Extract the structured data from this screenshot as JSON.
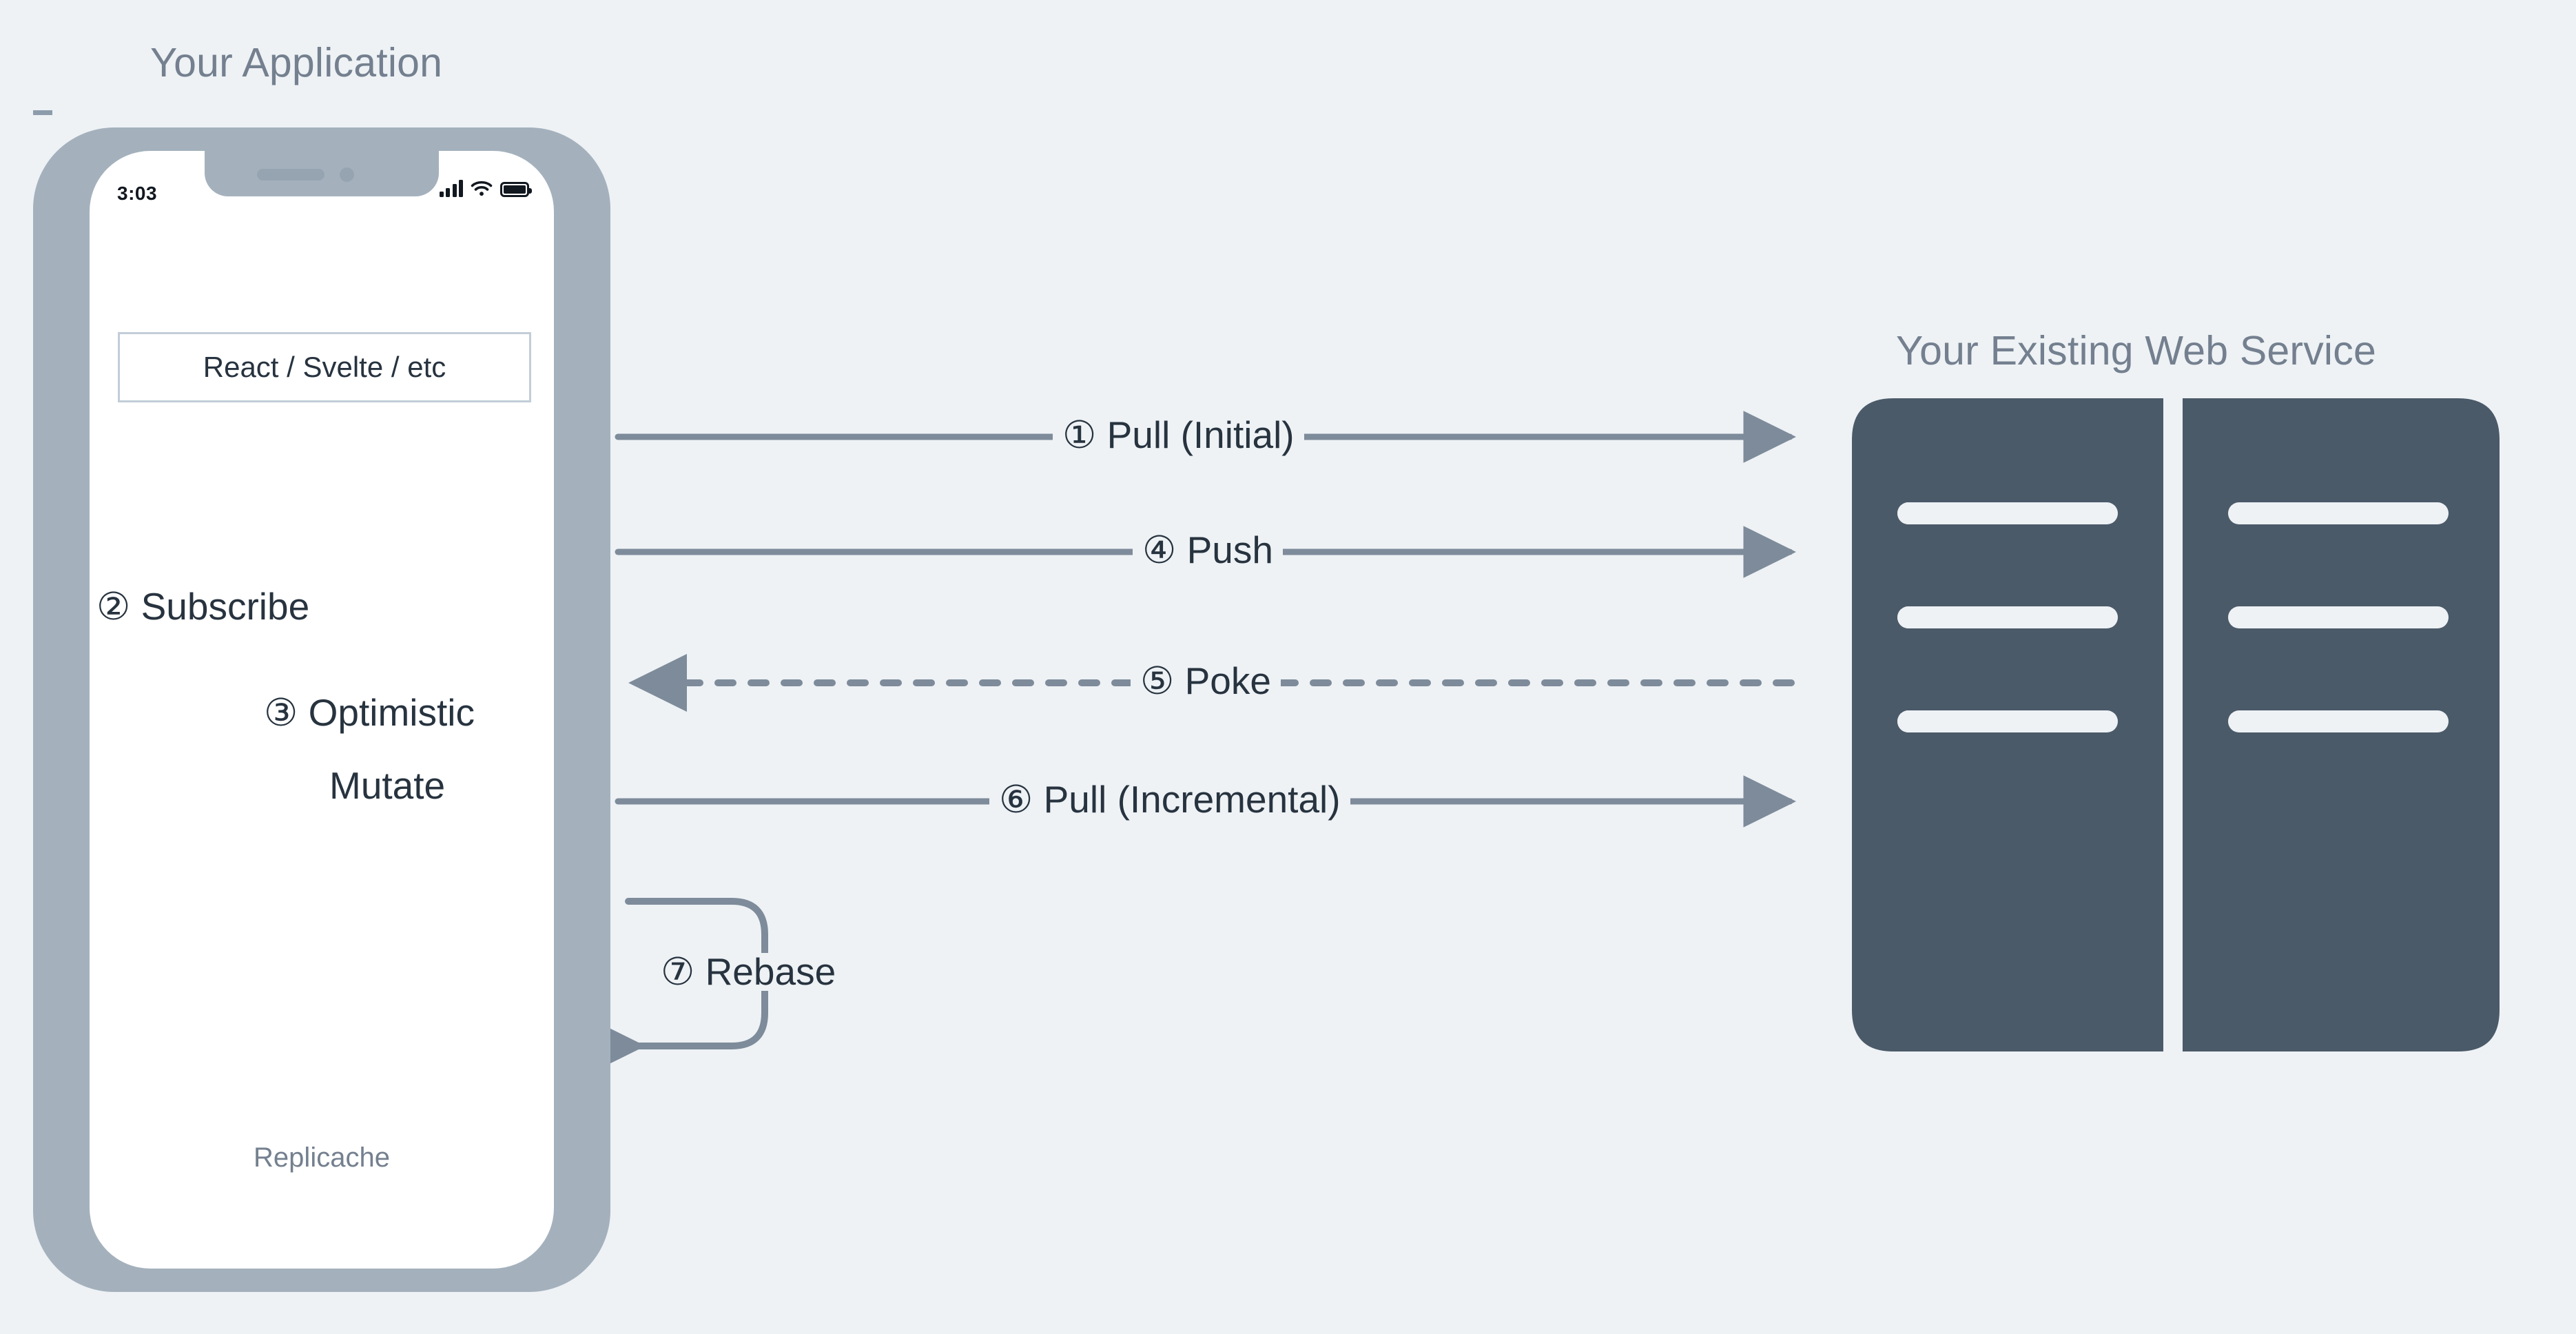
{
  "diagram": {
    "background_color": "#eef2f5",
    "line_color": "#7d8b9a",
    "label_color": "#27333f",
    "title_color": "#74808f",
    "server_color": "#4b5a69",
    "phone_frame_color": "#a4b1bd",
    "box_border_color": "#c2cdd8"
  },
  "client": {
    "title": "Your Application",
    "status_bar": {
      "time": "3:03",
      "signal_icon": "signal-bars-icon",
      "wifi_icon": "wifi-icon",
      "battery_icon": "battery-icon"
    },
    "framework_box": {
      "label": "React / Svelte / etc"
    },
    "store": {
      "name": "Replicache",
      "logo_icon": "replicache-layers-logo"
    },
    "internal_flows": [
      {
        "number": "②",
        "label": "Subscribe",
        "direction": "up",
        "from": "Replicache",
        "to": "React / Svelte / etc"
      },
      {
        "number": "③",
        "label_line_1": "Optimistic",
        "label_line_2": "Mutate",
        "direction": "down",
        "from": "React / Svelte / etc",
        "to": "Replicache"
      }
    ]
  },
  "server": {
    "title": "Your Existing Web Service",
    "rack_count": 2,
    "slots_per_rack": 3
  },
  "flows": [
    {
      "number": "①",
      "label": "Pull (Initial)",
      "direction": "right",
      "style": "solid"
    },
    {
      "number": "④",
      "label": "Push",
      "direction": "right",
      "style": "solid"
    },
    {
      "number": "⑤",
      "label": "Poke",
      "direction": "left",
      "style": "dashed"
    },
    {
      "number": "⑥",
      "label": "Pull (Incremental)",
      "direction": "right",
      "style": "solid"
    },
    {
      "number": "⑦",
      "label": "Rebase",
      "direction": "loop",
      "style": "solid"
    }
  ],
  "flow_text": {
    "pull_initial": "① Pull (Initial)",
    "push": "④ Push",
    "poke": "⑤ Poke",
    "pull_incremental": "⑥ Pull (Incremental)",
    "rebase": "⑦ Rebase",
    "subscribe": "② Subscribe",
    "optimistic_line1": "③ Optimistic",
    "optimistic_line2": "Mutate"
  }
}
